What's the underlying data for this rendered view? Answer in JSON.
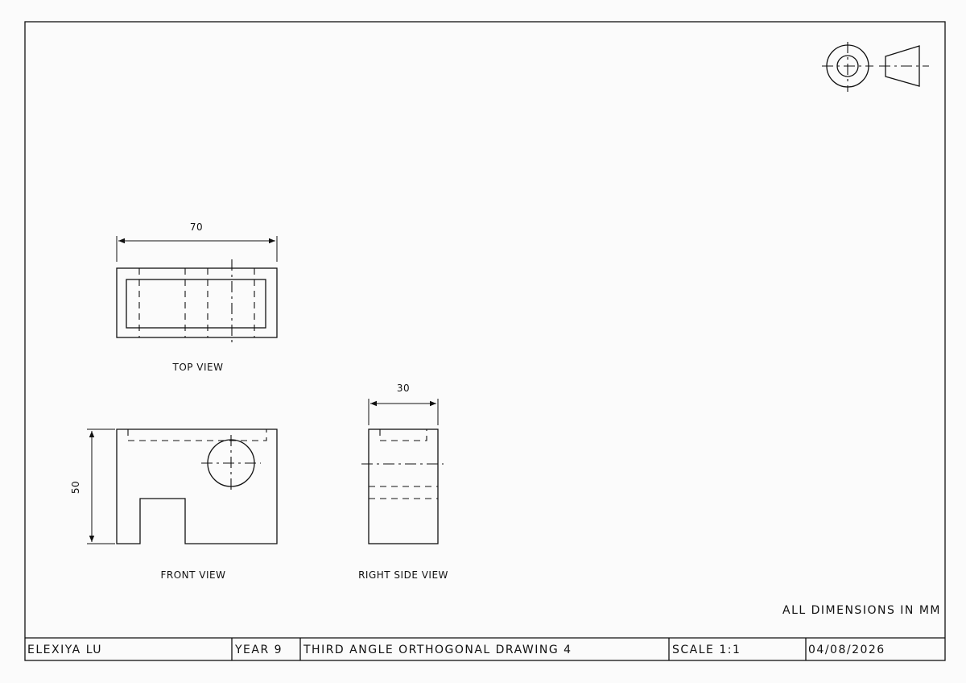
{
  "views": {
    "top_label": "TOP VIEW",
    "front_label": "FRONT VIEW",
    "side_label": "RIGHT SIDE VIEW"
  },
  "dimensions": {
    "width": "70",
    "depth": "30",
    "height": "50"
  },
  "note": "ALL DIMENSIONS IN MM",
  "title_block": {
    "name": "ELEXIYA LU",
    "year": "YEAR 9",
    "title": "THIRD ANGLE ORTHOGONAL DRAWING 4",
    "scale": "SCALE 1:1",
    "date": "04/08/2026"
  },
  "symbol": "third-angle-projection-icon"
}
